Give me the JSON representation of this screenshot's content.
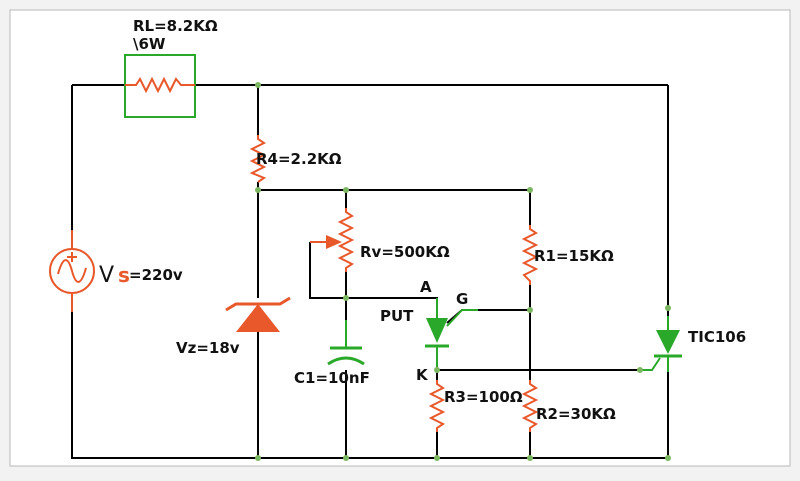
{
  "labels": {
    "rl_value": "RL=8.2KΩ",
    "rl_power": "\\6W",
    "r4": "R4=2.2KΩ",
    "rv": "Rv=500KΩ",
    "r1": "R1=15KΩ",
    "vs_prefix": "V",
    "vs_s": "s",
    "vs_value": "=220v",
    "vz": "Vz=18v",
    "c1": "C1=10nF",
    "put": "PUT",
    "anode": "A",
    "gate": "G",
    "cathode": "K",
    "r3": "R3=100Ω",
    "r2": "R2=30KΩ",
    "tic": "TIC106"
  },
  "colors": {
    "wire": "#000000",
    "resistor": "#e8582a",
    "source": "#e8582a",
    "zener": "#e8582a",
    "rl_box": "#2aa82a",
    "capacitor": "#2aa82a",
    "put": "#2aa82a",
    "scr": "#2aa82a",
    "node": "#7bb661",
    "background": "#ffffff"
  }
}
